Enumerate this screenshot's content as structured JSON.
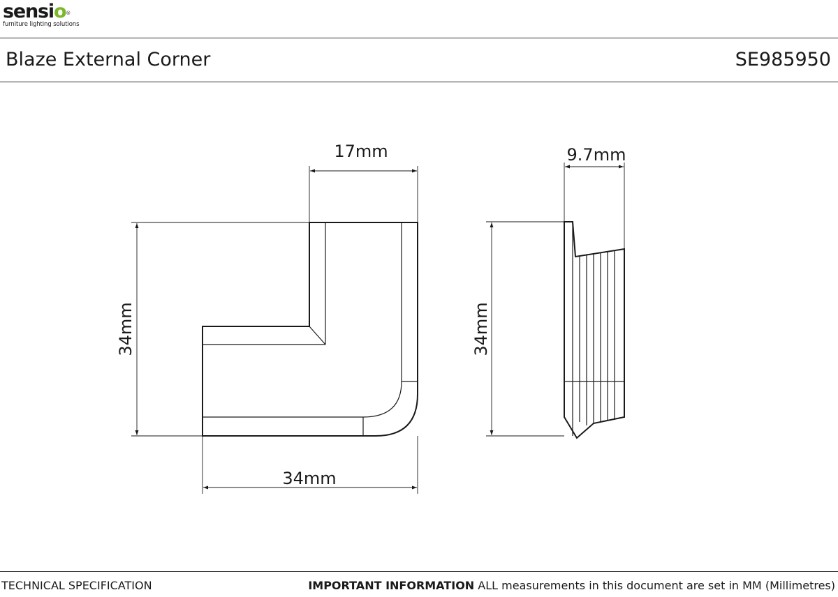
{
  "brand": {
    "name_main": "sensi",
    "name_dot": "o",
    "registered": "®",
    "tagline": "furniture lighting solutions"
  },
  "header": {
    "product_name": "Blaze External Corner",
    "product_code": "SE985950"
  },
  "diagram": {
    "front_view": {
      "width_top_label": "17mm",
      "height_label": "34mm",
      "width_bottom_label": "34mm"
    },
    "side_view": {
      "depth_label": "9.7mm",
      "height_label": "34mm"
    }
  },
  "footer": {
    "left": "TECHNICAL SPECIFICATION",
    "important_label": "IMPORTANT INFORMATION",
    "important_text": "ALL measurements in this document are set in MM (Millimetres)"
  },
  "colors": {
    "line": "#1a1a1a",
    "accent": "#7ab829"
  }
}
